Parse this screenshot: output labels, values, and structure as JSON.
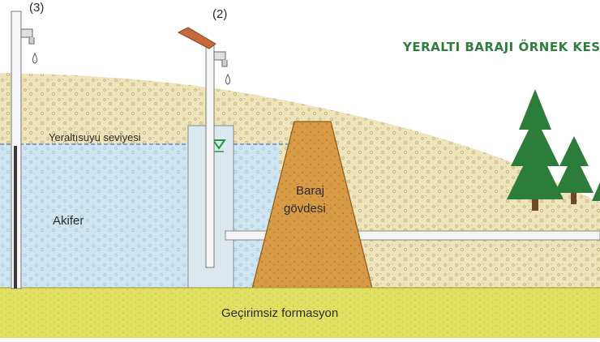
{
  "title": "YERALTI BARAJI ÖRNEK KES",
  "labels": {
    "well_3": "(3)",
    "well_2": "(2)",
    "water_level": "Yeraltısuyu seviyesi",
    "aquifer": "Akifer",
    "dam_line1": "Baraj",
    "dam_line2": "gövdesi",
    "impermeable": "Geçirimsiz formasyon"
  },
  "colors": {
    "soil": "#efe3ba",
    "water": "#cfe6f2",
    "dam": "#d79a45",
    "base": "#e2e062",
    "tree": "#2d7d3a",
    "pipe_roof": "#c56a3c",
    "water_line": "#3c78c8"
  }
}
